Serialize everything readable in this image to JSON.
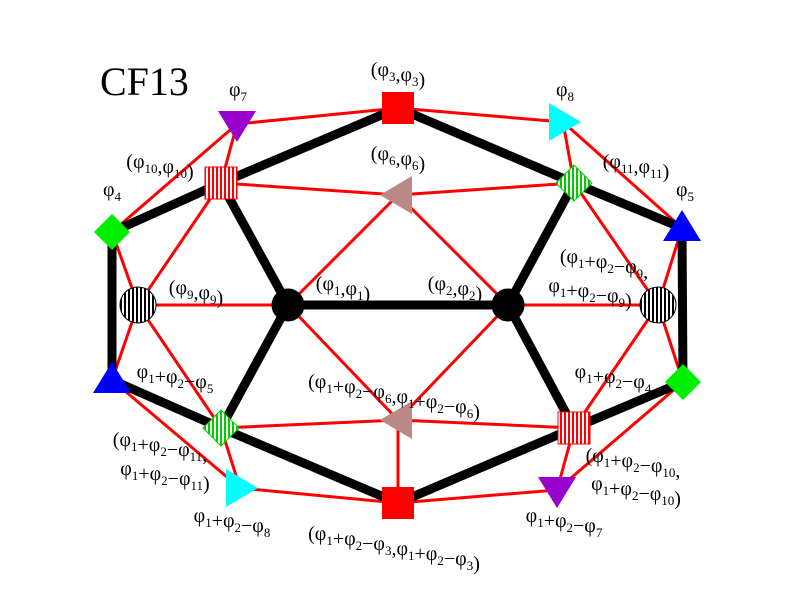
{
  "title": "CF13",
  "colors": {
    "red_edge": "#ff0000",
    "black_edge": "#000000",
    "square": "#ff0000",
    "down_triangle": "#9900cc",
    "right_triangle": "#00ffff",
    "diamond": "#00ee00",
    "up_triangle": "#0000ff",
    "gray_triangle": "#bb8888",
    "circle": "#000000"
  },
  "labels": {
    "top_square": "(φ3,φ3)",
    "phi7": "φ7",
    "phi8": "φ8",
    "phi10": "(φ10,φ10)",
    "phi6": "(φ6,φ6)",
    "phi11": "(φ11,φ11)",
    "phi4": "φ4",
    "phi5": "φ5",
    "phi9": "(φ9,φ9)",
    "phi1": "(φ1,φ1)",
    "phi2": "(φ2,φ2)",
    "phi12m9_a": "(φ1+φ2−φ9,",
    "phi12m9_b": "φ1+φ2−φ9)",
    "phi12m5": "φ1+φ2−φ5",
    "phi12m4": "φ1+φ2−φ4",
    "phi12m6": "(φ1+φ2−φ6,φ1+φ2−φ6)",
    "phi12m11_a": "(φ1+φ2−φ11,",
    "phi12m11_b": "φ1+φ2−φ11)",
    "phi12m10_a": "(φ1+φ2−φ10,",
    "phi12m10_b": "φ1+φ2−φ10)",
    "phi12m8": "φ1+φ2−φ8",
    "phi12m3": "(φ1+φ2−φ3,φ1+φ2−φ3)",
    "phi12m7": "φ1+φ2−φ7"
  }
}
